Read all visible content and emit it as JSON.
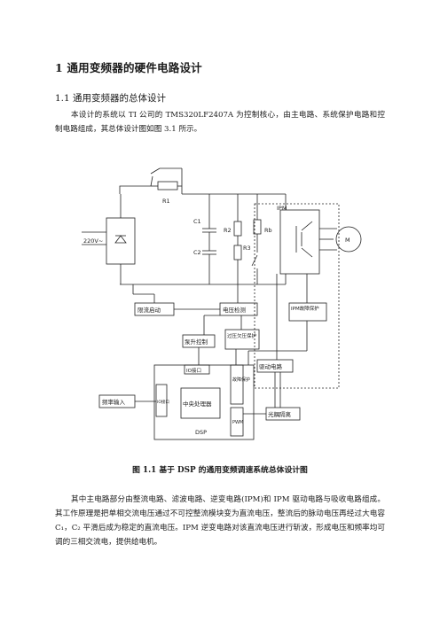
{
  "heading1": "1 通用变频器的硬件电路设计",
  "heading2": "1.1 通用变频器的总体设计",
  "intro_paragraph": "本设计的系统以 TI 公司的 TMS320LF2407A 为控制核心，由主电路、系统保护电路和控制电路组成，其总体设计图如图 3.1 所示。",
  "figure": {
    "caption": "图 1.1  基于 DSP 的通用变频调速系统总体设计图",
    "labels": {
      "R1": "R1",
      "C1": "C1",
      "C2": "C2",
      "R2": "R2",
      "R3": "R3",
      "Rb": "Rb",
      "IPM": "IPM",
      "motor": "M",
      "supply": "220V~",
      "inrush_start": "限流启动",
      "voltage_detect": "电压检测",
      "ipm_fault": "IPM故障保护",
      "pump_control": "泵升控制",
      "overunder_voltage": "过压欠压保护",
      "io_interface": "IO接口",
      "fault_protect": "故障保护",
      "drive_circuit": "驱动电路",
      "freq_input": "频率输入",
      "io_port": "IO接口",
      "cpu": "中央处理器",
      "pwm": "PWM",
      "opto_isolation": "光耦隔离",
      "dsp": "DSP"
    }
  },
  "body_paragraph": "其中主电路部分由整流电路、滤波电路、逆变电路(IPM)和 IPM 驱动电路与吸收电路组成。其工作原理是把单相交流电压通过不可控整流模块变为直流电压，整流后的脉动电压再经过大电容 C₁，C₂ 平滑后成为稳定的直流电压。IPM 逆变电路对该直流电压进行斩波，形成电压和频率均可调的三相交流电，提供给电机。"
}
